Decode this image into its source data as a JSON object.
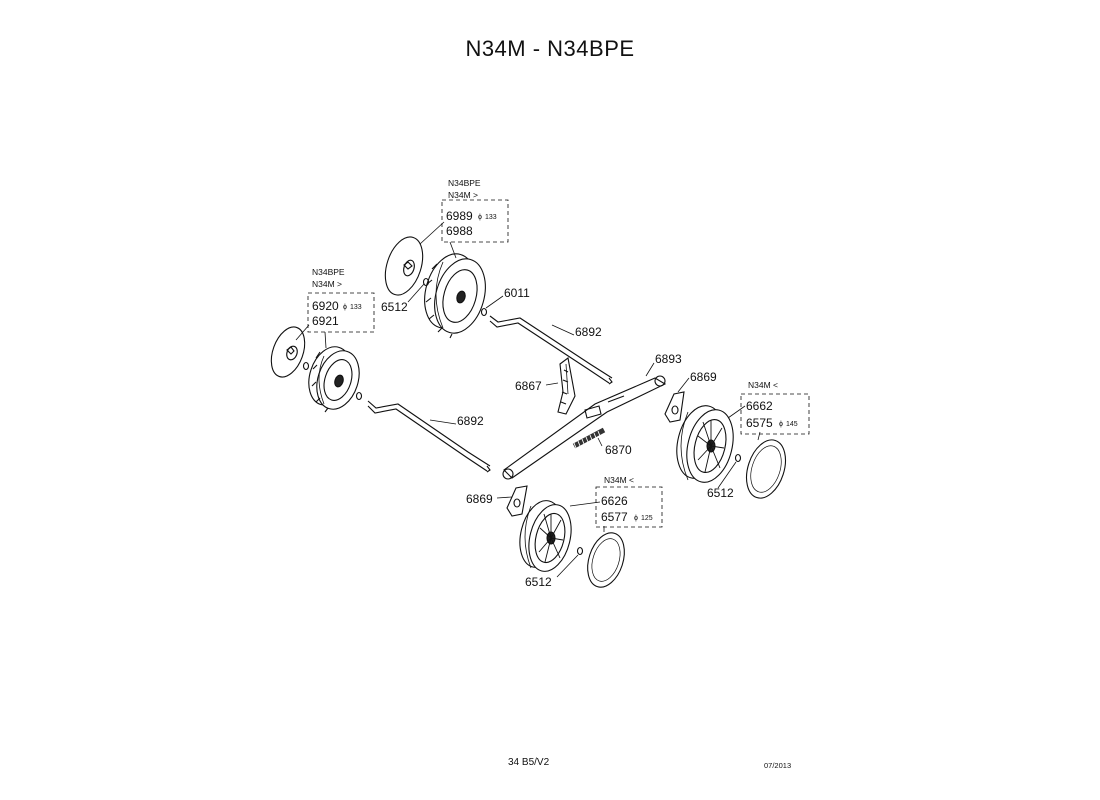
{
  "title": "N34M - N34BPE",
  "footer": {
    "code": "34 B5/V2",
    "date": "07/2013"
  },
  "callout_groups": {
    "rear_left": {
      "model_top": "N34BPE",
      "model_bottom": "N34M >",
      "part_a": "6920",
      "part_a_diameter": "133",
      "part_b": "6921"
    },
    "rear_right": {
      "model_top": "N34BPE",
      "model_bottom": "N34M >",
      "part_a": "6989",
      "part_a_diameter": "133",
      "part_b": "6988"
    },
    "front_right": {
      "model": "N34M <",
      "part_a": "6662",
      "part_b": "6575",
      "part_b_diameter": "145"
    },
    "front_left": {
      "model": "N34M <",
      "part_a": "6626",
      "part_b": "6577",
      "part_b_diameter": "125"
    }
  },
  "diameter_symbol": "ϕ",
  "labels": {
    "hubcap_rear_right": "6512",
    "washer_rear": "6011",
    "axle_rear_upper": "6892",
    "axle_rear_lower": "6892",
    "lever": "6867",
    "front_axle": "6893",
    "spring": "6870",
    "bracket_right": "6869",
    "bracket_left": "6869",
    "hubcap_front_right": "6512",
    "hubcap_front_left": "6512"
  },
  "parts": {
    "wheel_rear_left": "rear-wheel-icon",
    "wheel_rear_right": "rear-wheel-icon",
    "wheel_front_right": "front-wheel-icon",
    "wheel_front_left": "front-wheel-icon",
    "hubcap": "hubcap-disc-icon",
    "axle": "axle-rod-icon",
    "spring": "spring-icon",
    "bracket": "height-bracket-icon",
    "lever": "height-lever-icon"
  }
}
